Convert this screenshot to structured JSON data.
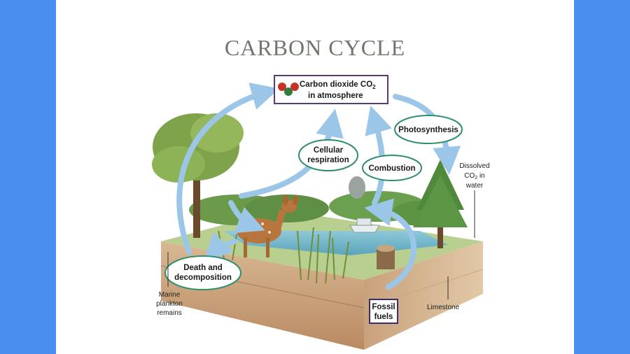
{
  "slide": {
    "title": "CARBON CYCLE"
  },
  "diagram": {
    "atmosphere_line1": "Carbon dioxide CO",
    "atmosphere_sub": "2",
    "atmosphere_line2": "in atmosphere",
    "photosynthesis": "Photosynthesis",
    "respiration_line1": "Cellular",
    "respiration_line2": "respiration",
    "combustion": "Combustion",
    "death_line1": "Death and",
    "death_line2": "decomposition",
    "fossil_line1": "Fossil",
    "fossil_line2": "fuels",
    "dissolved_line1": "Dissolved",
    "dissolved_line2": "CO",
    "dissolved_sub": "2",
    "dissolved_line2b": " in",
    "dissolved_line3": "water",
    "plankton_line1": "Marine",
    "plankton_line2": "plankton",
    "plankton_line3": "remains",
    "limestone": "Limestone"
  },
  "colors": {
    "page_background": "#4a8ef0",
    "slide_background": "#ffffff",
    "arrow": "#9cc6e8",
    "label_border_green": "#2f8f6a",
    "atmosphere_border": "#5b3a7a",
    "fossil_border": "#3a2f6a"
  }
}
